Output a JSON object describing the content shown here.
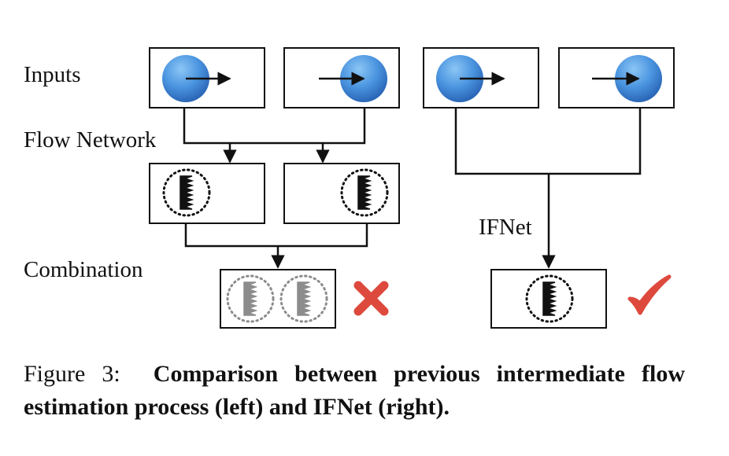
{
  "labels": {
    "inputs": "Inputs",
    "flow_network": "Flow Network",
    "combination": "Combination",
    "ifnet": "IFNet"
  },
  "caption": {
    "prefix": "Figure 3:",
    "body": "Comparison between previous intermediate flow estimation process (left) and IFNet (right)."
  },
  "colors": {
    "ball_light": "#74b6ee",
    "ball_dark": "#2c6fc1",
    "cross": "#dd4a3d",
    "check": "#dd4a3d",
    "line": "#111111",
    "faded_flow": "#8c8c8c"
  },
  "icons": {
    "inputs": "moving-ball-icon",
    "flow": "flow-field-icon",
    "reject": "cross-mark-icon",
    "accept": "check-mark-icon"
  }
}
